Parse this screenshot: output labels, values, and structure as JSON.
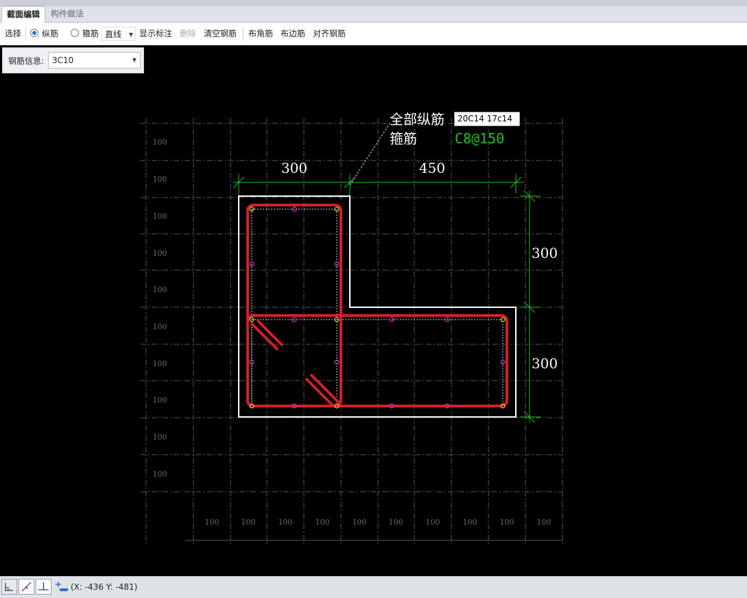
{
  "tabs": [
    {
      "label": "截面编辑",
      "active": true
    },
    {
      "label": "构件做法",
      "active": false
    }
  ],
  "toolbar": {
    "select": "选择",
    "radio_longitudinal": "纵筋",
    "radio_stirrup": "箍筋",
    "selected_radio": "纵筋",
    "line_mode": "直线",
    "show_annotation": "显示标注",
    "delete": "删除",
    "clear_rebar": "清空钢筋",
    "corner_rebar": "布角筋",
    "edge_rebar": "布边筋",
    "align_rebar": "对齐钢筋"
  },
  "rebar_info": {
    "label": "钢筋信息:",
    "value": "3C10"
  },
  "drawing": {
    "all_longitudinal_label": "全部纵筋",
    "all_longitudinal_value": "20C14 17c14",
    "stirrup_label": "箍筋",
    "stirrup_value": "C8@150",
    "dim_top_left": "300",
    "dim_top_right": "450",
    "dim_right_top": "300",
    "dim_right_bottom": "300",
    "grid_spacing_label": "100",
    "colors": {
      "background": "#000000",
      "section_outline": "#ffffff",
      "stirrup": "#d0202a",
      "dimension": "#22c322",
      "grid": "#5a5a5a",
      "stirrup_text": "#22c322",
      "rebar_point": "#cc33cc"
    }
  },
  "status": {
    "coordinates": "(X: -436 Y: -481)"
  }
}
